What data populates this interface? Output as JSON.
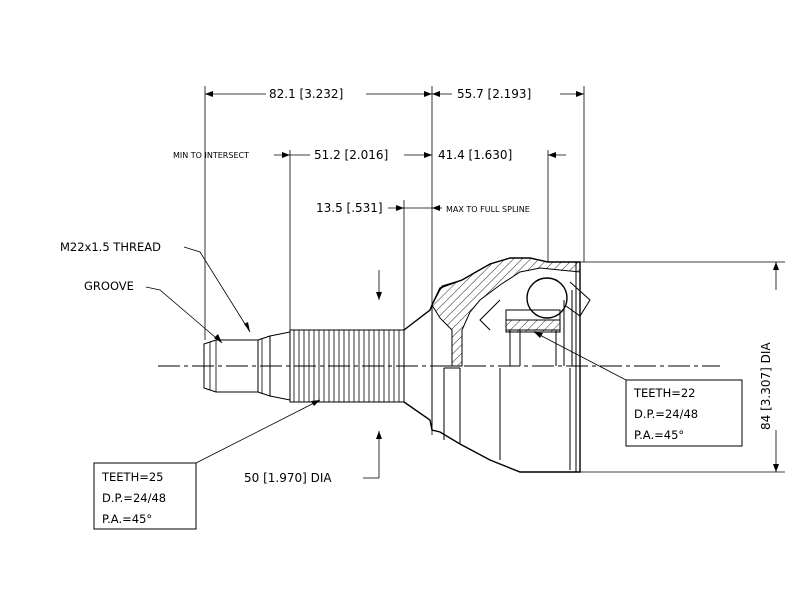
{
  "dimensions": {
    "overall_left": "82.1 [3.232]",
    "overall_right": "55.7 [2.193]",
    "min_to_intersect_label": "MIN TO INTERSECT",
    "min_to_intersect_value": "51.2 [2.016]",
    "right_inner": "41.4 [1.630]",
    "spline_value": "13.5 [.531]",
    "max_full_spline_label": "MAX TO FULL SPLINE",
    "shaft_dia": "50 [1.970] DIA",
    "housing_dia": "84 [3.307] DIA"
  },
  "callouts": {
    "thread": "M22x1.5 THREAD",
    "groove": "GROOVE"
  },
  "spec_outer": {
    "teeth": "TEETH=25",
    "dp": "D.P.=24/48",
    "pa": "P.A.=45°"
  },
  "spec_inner": {
    "teeth": "TEETH=22",
    "dp": "D.P.=24/48",
    "pa": "P.A.=45°"
  }
}
